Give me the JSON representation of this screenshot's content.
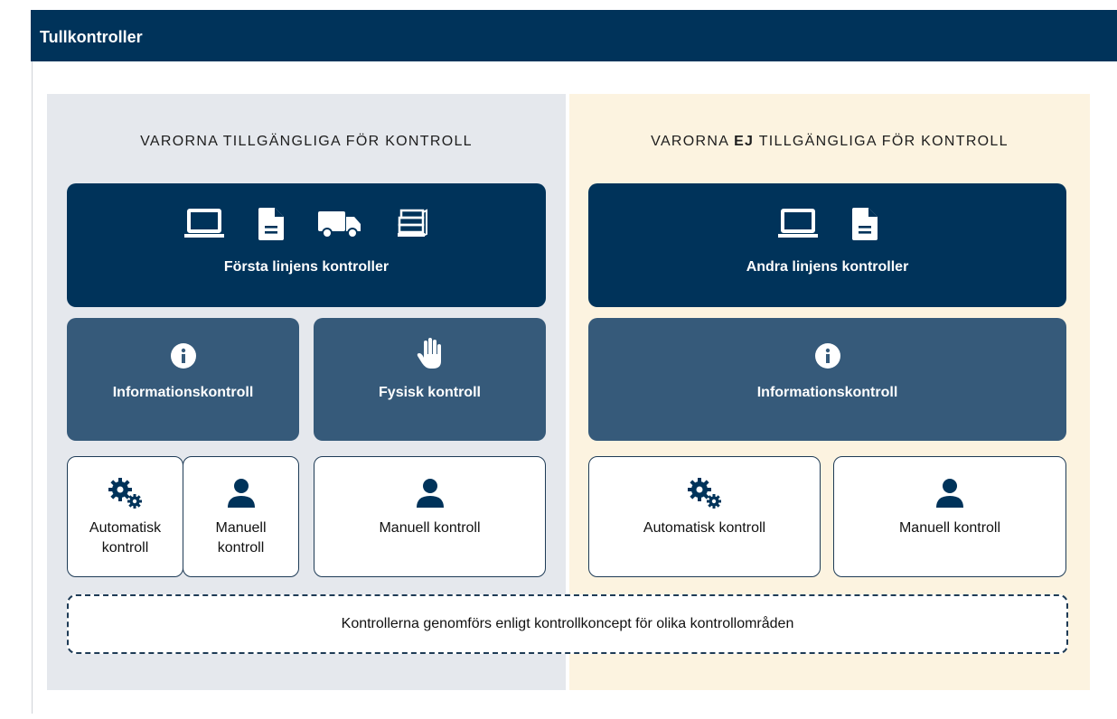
{
  "header": {
    "title": "Tullkontroller"
  },
  "left": {
    "title_pre": "VARORNA TILLGÄNGLIGA FÖR KONTROLL",
    "first_line": "Första linjens kontroller",
    "info_control": "Informationskontroll",
    "physical_control": "Fysisk kontroll",
    "auto_l1": "Automatisk",
    "auto_l2": "kontroll",
    "manual_l1": "Manuell",
    "manual_l2": "kontroll",
    "manual_full": "Manuell kontroll"
  },
  "right": {
    "title_pre": "VARORNA",
    "title_bold": "EJ",
    "title_post": "TILLGÄNGLIGA FÖR KONTROLL",
    "second_line": "Andra linjens kontroller",
    "info_control": "Informationskontroll",
    "auto_full": "Automatisk kontroll",
    "manual_full": "Manuell kontroll"
  },
  "footer": {
    "note": "Kontrollerna genomförs enligt kontrollkoncept för olika kontrollområden"
  },
  "colors": {
    "dark": "#00335a",
    "mid": "#365a7a",
    "left_bg": "#e5e8ed",
    "right_bg": "#fcf3e0"
  },
  "icons": [
    "laptop-icon",
    "document-icon",
    "truck-icon",
    "pallet-boxes-icon",
    "info-icon",
    "hand-icon",
    "gears-icon",
    "person-icon"
  ]
}
